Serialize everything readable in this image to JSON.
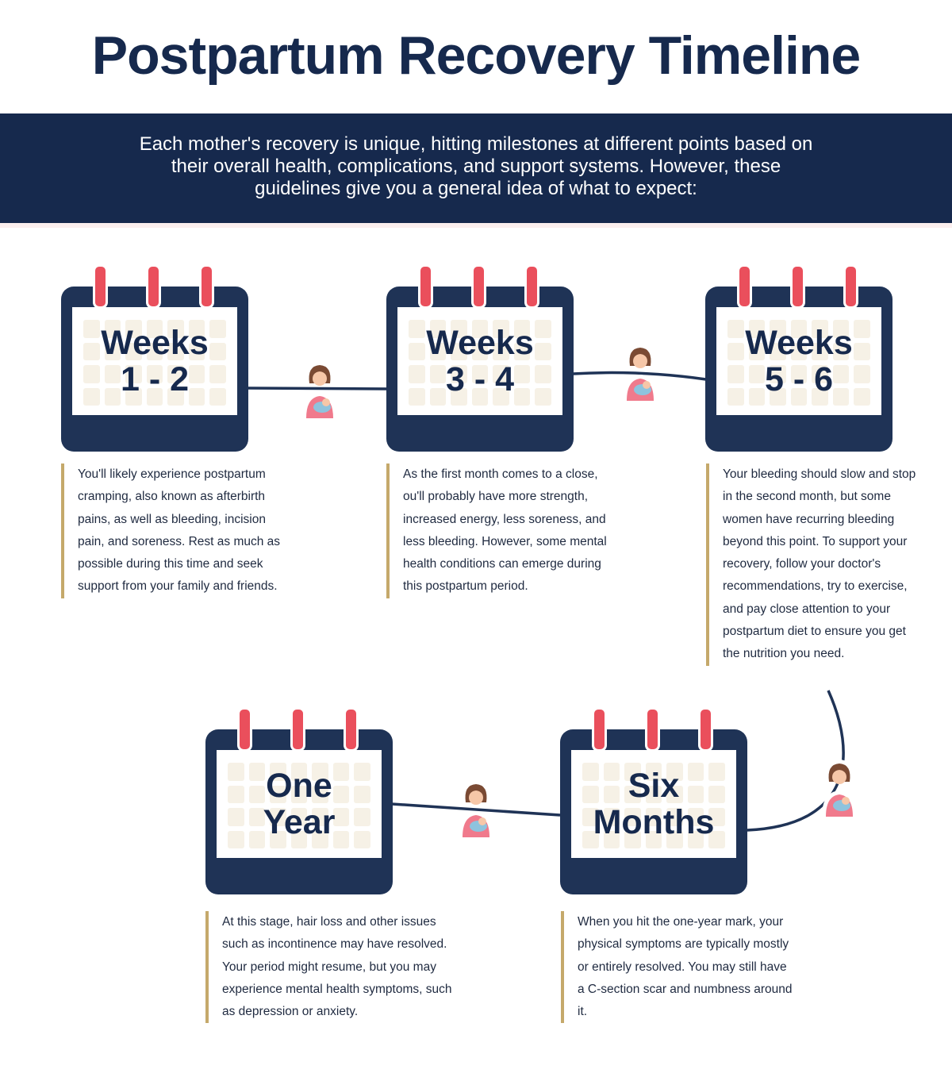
{
  "title": "Postpartum Recovery Timeline",
  "intro": "Each mother's recovery is unique, hitting milestones at different points based on their overall health, complications, and support systems. However, these guidelines give you a general idea of what to expect:",
  "colors": {
    "navy": "#16294d",
    "ring_red": "#ea4f5c",
    "accent_gold": "#c5a96b",
    "calendar_cell": "#f6f1e6",
    "mom_shirt": "#f07a8c"
  },
  "icons": [
    "calendar-icon",
    "mother-with-baby-icon"
  ],
  "stages": [
    {
      "label_line1": "Weeks",
      "label_line2": "1 - 2",
      "description": "You'll likely experience postpartum cramping, also known as afterbirth pains, as well as bleeding, incision pain, and soreness. Rest as much as possible during this time and seek support from your family and friends."
    },
    {
      "label_line1": "Weeks",
      "label_line2": "3 - 4",
      "description": "As the first month comes to a close, ou'll probably have more strength, increased energy, less soreness, and less bleeding. However, some mental health conditions can emerge during this postpartum period."
    },
    {
      "label_line1": "Weeks",
      "label_line2": "5 - 6",
      "description": "Your bleeding should slow and stop in the second month, but some women have recurring bleeding beyond this point. To support your recovery, follow your doctor's recommendations, try to exercise, and pay close attention to your postpartum diet to ensure you get the nutrition you need."
    },
    {
      "label_line1": "Six",
      "label_line2": "Months",
      "description": "When you hit the one-year mark, your physical symptoms are typically mostly or entirely resolved. You may still have a C-section scar and numbness around it."
    },
    {
      "label_line1": "One",
      "label_line2": "Year",
      "description": "At this stage, hair loss and other issues such as incontinence may have resolved. Your period might resume, but you may experience mental health symptoms, such as depression or anxiety."
    }
  ]
}
